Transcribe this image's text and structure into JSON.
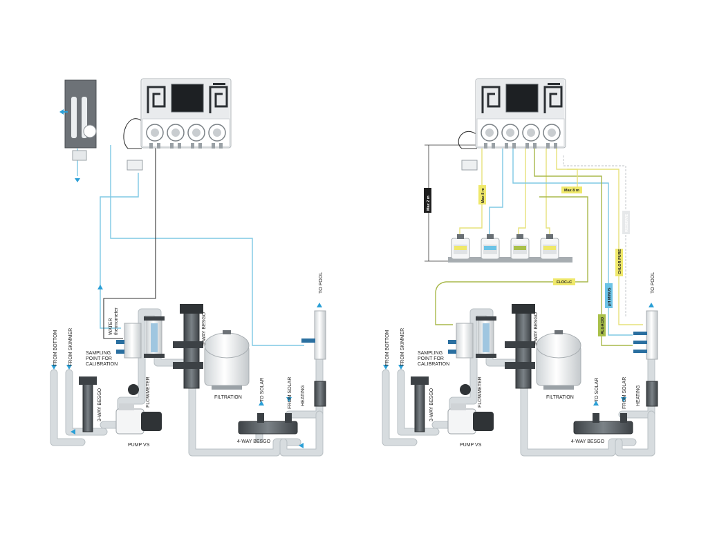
{
  "left_diagram": {
    "labels": {
      "from_bottom": "FROM BOTTOM",
      "from_skimmer": "FROM SKIMMER",
      "three_way": "3-WAY BESGO",
      "pump": "PUMP VS",
      "flowmeter": "FLOWMETER",
      "water_thermometer_1": "WATER",
      "water_thermometer_2": "thermometer",
      "sampling_1": "SAMPLING",
      "sampling_2": "POINT FOR",
      "sampling_3": "CALIBRATION",
      "five_way": "5-WAY BESGO",
      "filtration": "FILTRATION",
      "four_way": "4-WAY BESGO",
      "to_solar": "TO SOLAR",
      "from_solar": "FROM SOLAR",
      "heating": "HEATING",
      "to_pool": "TO POOL"
    }
  },
  "right_diagram": {
    "labels": {
      "from_bottom": "FROM BOTTOM",
      "from_skimmer": "FROM SKIMMER",
      "three_way": "3-WAY BESGO",
      "pump": "PUMP VS",
      "flowmeter": "FLOWMETER",
      "sampling_1": "SAMPLING",
      "sampling_2": "POINT FOR",
      "sampling_3": "CALIBRATION",
      "five_way": "5-WAY BESGO",
      "filtration": "FILTRATION",
      "four_way": "4-WAY BESGO",
      "to_solar": "TO SOLAR",
      "from_solar": "FROM SOLAR",
      "heating": "HEATING",
      "to_pool": "TO POOL",
      "max_2m": "Max 2 m",
      "max_8m_vertical": "Max 8 m",
      "max_8m_horizontal": "Max 8 m",
      "floc": "FLOC+C",
      "algaecid": "ALGACID",
      "ph": "pH MINUS",
      "chlor": "CHLOR PURE",
      "reserve": "RESERVE"
    }
  },
  "colors": {
    "flow_arrow": "#2a9fd6",
    "blue_hose": "#7ec8e3",
    "yellow_hose": "#e6e27a",
    "green_hose": "#a8b84a",
    "pipe": "#d7dcdf",
    "tag_yellow": "#efe86a",
    "tag_blue": "#6cc3e6",
    "tag_green": "#a9c04a"
  },
  "icons": [
    "control-unit-icon",
    "peristaltic-pump-icon",
    "sensor-probe-icon",
    "filter-tank-icon",
    "pump-icon",
    "valve-icon",
    "chemical-canister-icon",
    "flow-arrow-icon"
  ]
}
